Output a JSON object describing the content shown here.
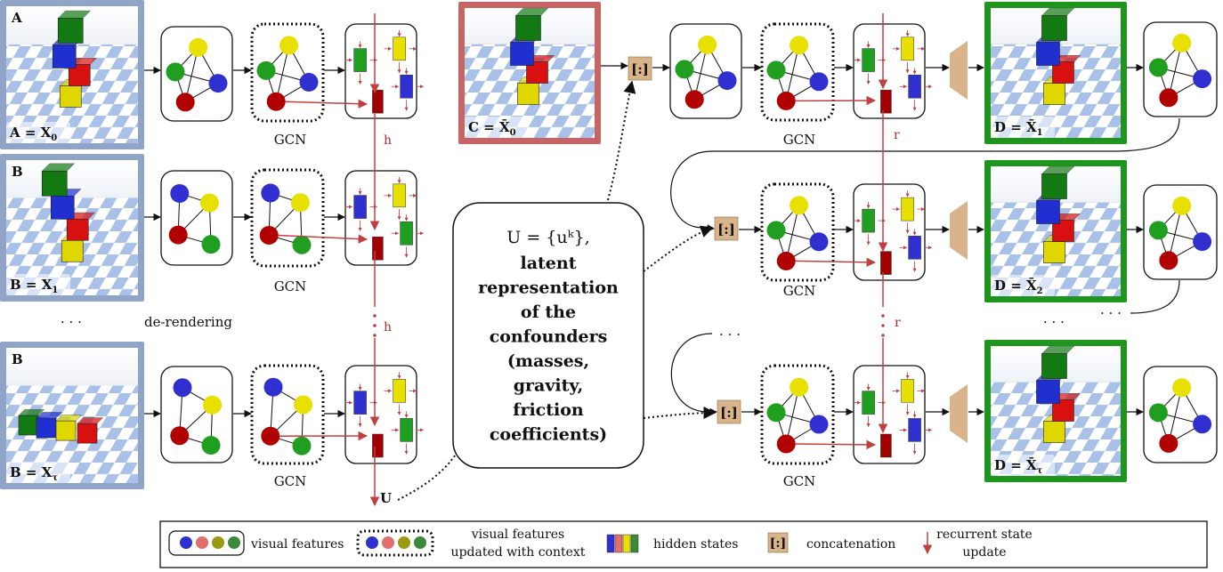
{
  "left_frames": [
    {
      "corner_letter": "A",
      "caption_lhs": "A",
      "caption_sym": "X",
      "caption_sub": "0"
    },
    {
      "corner_letter": "B",
      "caption_lhs": "B",
      "caption_sym": "X",
      "caption_sub": "1"
    },
    {
      "corner_letter": "B",
      "caption_lhs": "B",
      "caption_sym": "X",
      "caption_sub": "τ"
    }
  ],
  "cf_frame": {
    "caption_lhs": "C",
    "caption_sym": "X̄",
    "caption_sub": "0"
  },
  "out_frames": [
    {
      "caption_lhs": "D",
      "caption_sym": "X̄",
      "caption_sub": "1"
    },
    {
      "caption_lhs": "D",
      "caption_sym": "X̄",
      "caption_sub": "2"
    },
    {
      "caption_lhs": "D",
      "caption_sym": "X̄",
      "caption_sub": "τ"
    }
  ],
  "labels": {
    "gcn": "GCN",
    "ellipsis": "· · ·",
    "de_rendering": "de-rendering",
    "h": "h",
    "r": "r",
    "u": "U",
    "concat": "[:]"
  },
  "center_box": {
    "formula": "U = {uᵏ},",
    "lines": [
      "latent",
      "representation",
      "of the",
      "confounders",
      "(masses,",
      "gravity,",
      "friction",
      "coefficients)"
    ]
  },
  "legend": {
    "visual_features": "visual features",
    "context_line1": "visual features",
    "context_line2": "updated with context",
    "hidden_states": "hidden states",
    "concatenation": "concatenation",
    "recurrent_line1": "recurrent state",
    "recurrent_line2": "update"
  },
  "colors": {
    "red_node": "#b00000",
    "green_node": "#1f9e1f",
    "blue_node": "#3030d0",
    "yellow_node": "#e8e000",
    "frame_blue": "#8fa4c6",
    "frame_red": "#c86464",
    "frame_green": "#1e961e",
    "arrow_red": "#c04040",
    "concat_tan": "#d9b48a"
  }
}
